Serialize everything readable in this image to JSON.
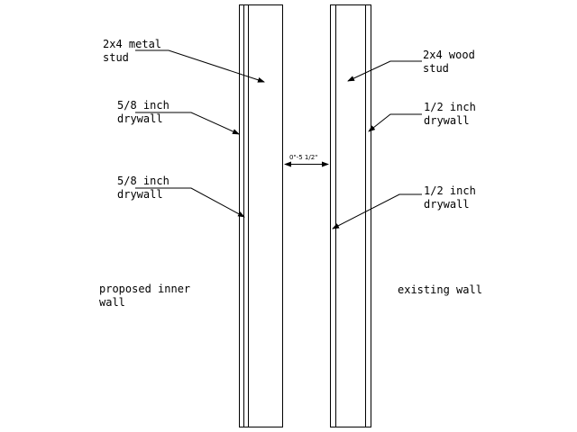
{
  "labels": {
    "metal_stud": [
      "2x4 metal",
      "stud"
    ],
    "drywall_left_1": [
      "5/8 inch",
      "drywall"
    ],
    "drywall_left_2": [
      "5/8 inch",
      "drywall"
    ],
    "proposed_wall": [
      "proposed inner",
      "wall"
    ],
    "wood_stud": [
      "2x4 wood",
      "stud"
    ],
    "drywall_right_1": [
      "1/2 inch",
      "drywall"
    ],
    "drywall_right_2": [
      "1/2 inch",
      "drywall"
    ],
    "existing_wall": [
      "existing wall"
    ]
  },
  "dimension": "0\"-5 1/2\"",
  "colors": {
    "line": "#000000",
    "background": "#ffffff"
  }
}
